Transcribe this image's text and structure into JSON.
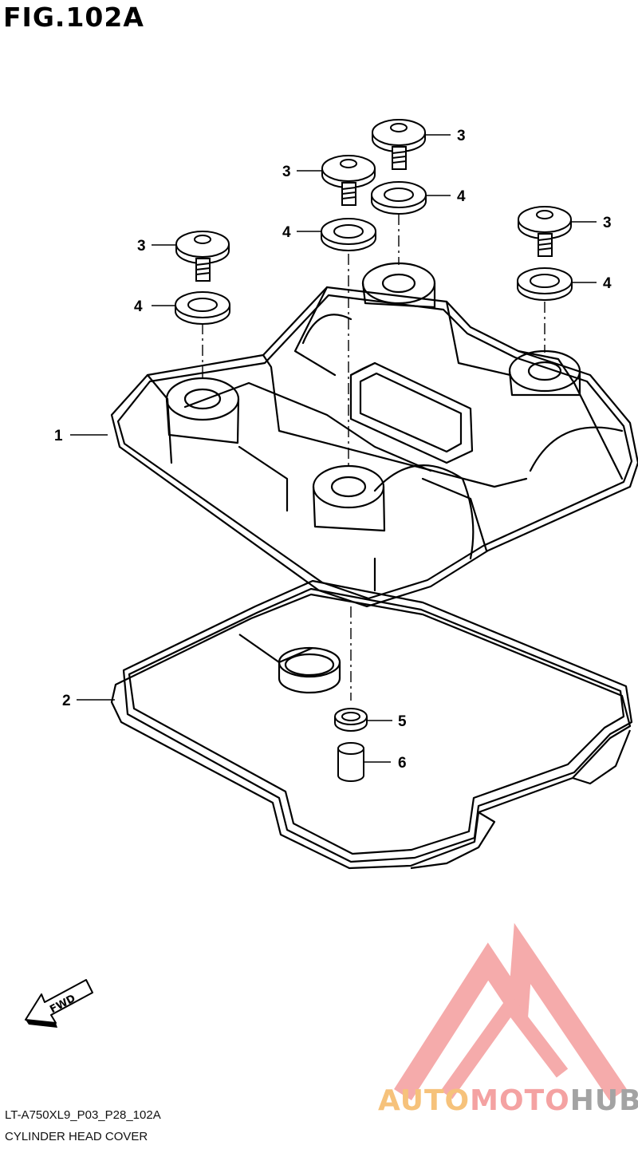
{
  "figure": {
    "title": "FIG.102A",
    "code": "LT-A750XL9_P03_P28_102A",
    "name": "CYLINDER HEAD COVER"
  },
  "parts": [
    {
      "ref": "1"
    },
    {
      "ref": "2"
    },
    {
      "ref": "3"
    },
    {
      "ref": "3"
    },
    {
      "ref": "3"
    },
    {
      "ref": "3"
    },
    {
      "ref": "4"
    },
    {
      "ref": "4"
    },
    {
      "ref": "4"
    },
    {
      "ref": "4"
    },
    {
      "ref": "5"
    },
    {
      "ref": "6"
    }
  ],
  "direction_label": "FWD",
  "watermark": {
    "part1": "AUTO",
    "part2": "MOTO",
    "part3": "HUB",
    "colors": {
      "auto": "#f6c27b",
      "moto": "#f4a2a2",
      "hub": "#a3a3a3"
    }
  }
}
